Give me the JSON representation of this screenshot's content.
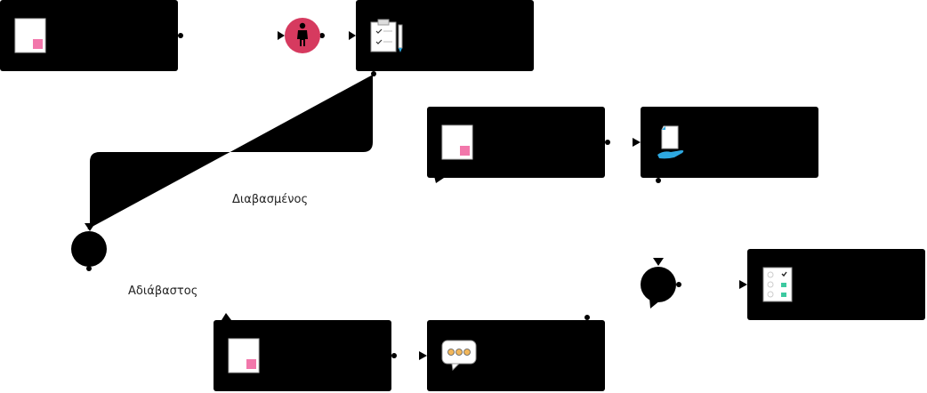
{
  "diagram": {
    "edge_labels": {
      "read": "Διαβασμένος",
      "unread": "Αδιάβαστος"
    },
    "nodes": [
      {
        "id": "task-1",
        "icon": "document-icon"
      },
      {
        "id": "start-event",
        "icon": "person-icon"
      },
      {
        "id": "task-2",
        "icon": "checklist-pencil-icon"
      },
      {
        "id": "task-3",
        "icon": "document-icon"
      },
      {
        "id": "task-4",
        "icon": "hand-document-icon"
      },
      {
        "id": "gateway-1",
        "icon": "gateway-circle"
      },
      {
        "id": "gateway-2",
        "icon": "gateway-circle"
      },
      {
        "id": "task-5",
        "icon": "checklist-icon"
      },
      {
        "id": "task-6",
        "icon": "document-icon"
      },
      {
        "id": "task-7",
        "icon": "chat-bubble-icon"
      }
    ],
    "colors": {
      "node_fill": "#000000",
      "start_event": "#d63a5f",
      "doc_accent": "#f277ab",
      "check_accent": "#3cc9a0",
      "chat_dot": "#f2b75b",
      "hand": "#2ea8e0"
    }
  }
}
